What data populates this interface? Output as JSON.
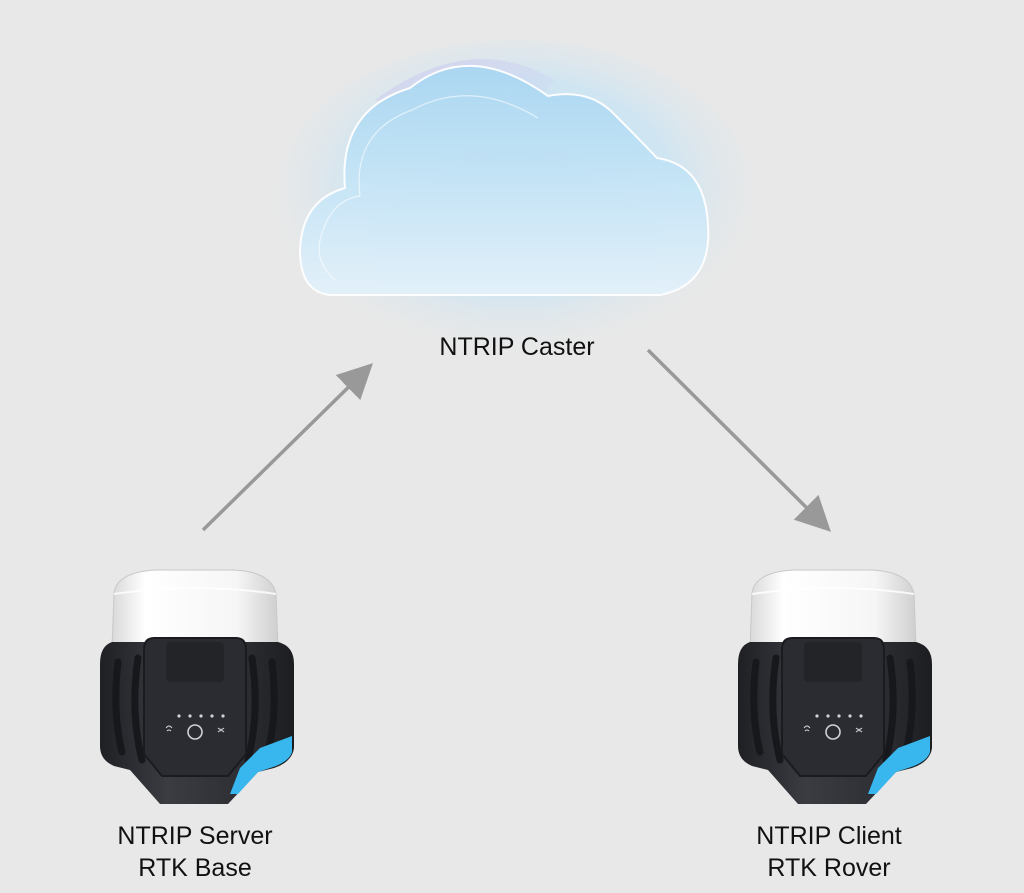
{
  "nodes": {
    "caster": {
      "label": "NTRIP Caster",
      "icon": "cloud-icon"
    },
    "server": {
      "line1": "NTRIP Server",
      "line2": "RTK Base",
      "icon": "gnss-receiver-icon"
    },
    "client": {
      "line1": "NTRIP Client",
      "line2": "RTK Rover",
      "icon": "gnss-receiver-icon"
    }
  },
  "connections": [
    {
      "from": "server",
      "to": "caster"
    },
    {
      "from": "caster",
      "to": "client"
    }
  ],
  "colors": {
    "background": "#e8e8e8",
    "arrow": "#999999",
    "cloud": "#b5ddf4",
    "receiver_body": "#2c2e33",
    "receiver_dome": "#f4f4f4",
    "receiver_accent": "#38b6ee"
  }
}
